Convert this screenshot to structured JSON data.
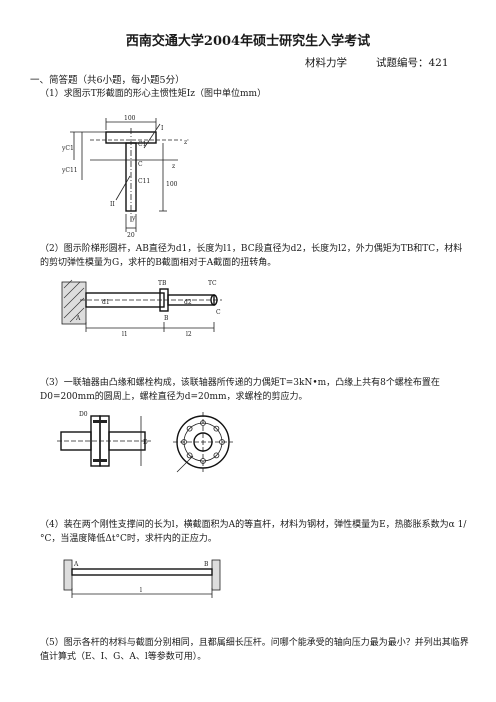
{
  "header": {
    "title": "西南交通大学2004年硕士研究生入学考试",
    "subject": "材料力学",
    "exam_code": "试题编号：421"
  },
  "section": {
    "heading": "一、简答题（共6小题，每小题5分）"
  },
  "questions": [
    {
      "text": "（1）求图示T形截面的形心主惯性矩Iz（图中单位mm）"
    },
    {
      "text": "（2）图示阶梯形圆杆，AB直径为d1，长度为l1，BC段直径为d2，长度为l2，外力偶矩为TB和TC，材料的剪切弹性模量为G，求杆的B截面相对于A截面的扭转角。"
    },
    {
      "text": "（3）一联轴器由凸缘和螺栓构成，该联轴器所传递的力偶矩T=3kN•m，凸缘上共有8个螺栓布置在D0=200mm的圆周上，螺栓直径为d=20mm，求螺栓的剪应力。"
    },
    {
      "text": "（4）装在两个刚性支撑间的长为l，横截面积为A的等直杆，材料为钢材，弹性模量为E，热膨胀系数为α 1/°C，当温度降低Δt°C时，求杆内的正应力。"
    },
    {
      "text": "（5）图示各杆的材料与截面分别相同，且都属细长压杆。问哪个能承受的轴向压力最为最小？并列出其临界值计算式（E、I、G、A、l等参数可用）。"
    }
  ],
  "figures": {
    "fig1": {
      "labels": [
        "100",
        "I",
        "C1",
        "z'",
        "C",
        "z",
        "C11",
        "100",
        "II",
        "y",
        "20",
        "yC1",
        "yC11"
      ]
    },
    "fig2": {
      "labels": [
        "TB",
        "TC",
        "d1",
        "d2",
        "A",
        "B",
        "C",
        "l1",
        "l2"
      ]
    },
    "fig3": {
      "labels": [
        "D0",
        "D"
      ]
    },
    "fig4": {
      "labels": [
        "A",
        "B",
        "l"
      ]
    }
  }
}
